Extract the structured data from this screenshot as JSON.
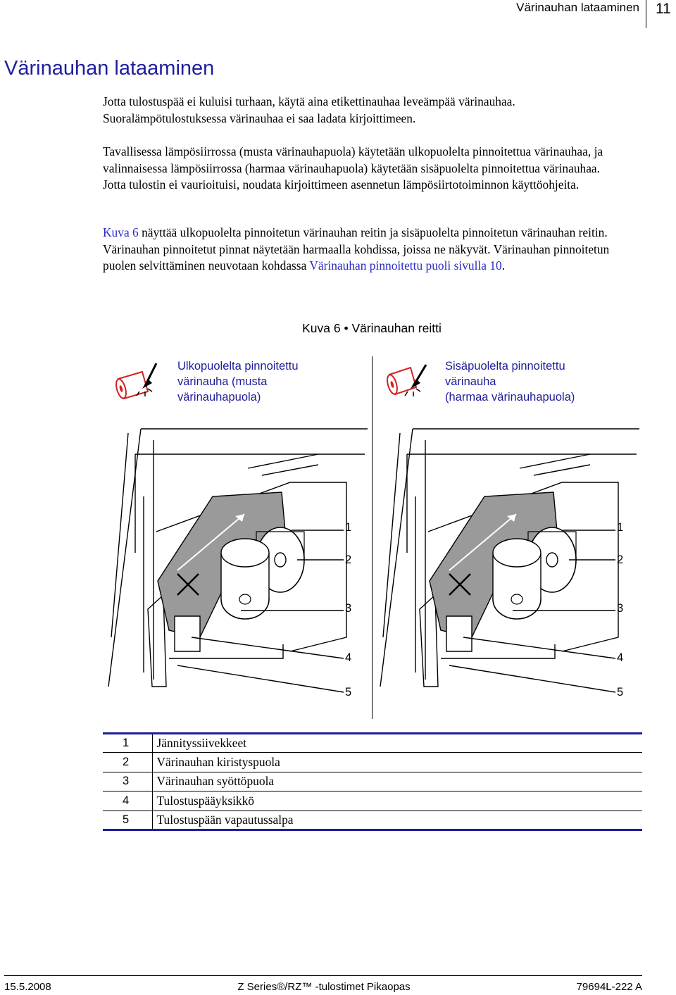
{
  "header": {
    "section": "Värinauhan lataaminen",
    "page_number": "11"
  },
  "title": "Värinauhan lataaminen",
  "paragraphs": {
    "p1": "Jotta tulostuspää ei kuluisi turhaan, käytä aina etikettinauhaa leveämpää värinauhaa. Suoralämpötulostuksessa värinauhaa ei saa ladata kirjoittimeen.",
    "p2": "Tavallisessa lämpösiirrossa (musta värinauhapuola) käytetään ulkopuolelta pinnoitettua värinauhaa, ja valinnaisessa lämpösiirrossa (harmaa värinauhapuola) käytetään sisäpuolelta pinnoitettua värinauhaa. Jotta tulostin ei vaurioituisi, noudata kirjoittimeen asennetun lämpösiirtotoiminnon käyttöohjeita.",
    "p3_ref": "Kuva 6",
    "p3_mid": " näyttää ulkopuolelta pinnoitetun värinauhan reitin ja sisäpuolelta pinnoitetun värinauhan reitin. Värinauhan pinnoitetut pinnat näytetään harmaalla kohdissa, joissa ne näkyvät. Värinauhan pinnoitetun puolen selvittäminen neuvotaan kohdassa ",
    "p3_link": "Värinauhan pinnoitettu puoli sivulla 10",
    "p3_end": "."
  },
  "figure": {
    "title": "Kuva 6 • Värinauhan reitti",
    "left_label_lines": [
      "Ulkopuolelta pinnoitettu",
      "värinauha (musta",
      "värinauhapuola)"
    ],
    "right_label_lines": [
      "Sisäpuolelta pinnoitettu",
      "värinauha",
      "(harmaa värinauhapuola)"
    ],
    "callouts": [
      "1",
      "2",
      "3",
      "4",
      "5"
    ],
    "colors": {
      "heading_blue": "#1f1f9e",
      "ribbon_gray": "#9a9a9a",
      "icon_red": "#d42020"
    }
  },
  "parts": [
    {
      "num": "1",
      "label": "Jännityssiivekkeet"
    },
    {
      "num": "2",
      "label": "Värinauhan kiristyspuola"
    },
    {
      "num": "3",
      "label": "Värinauhan syöttöpuola"
    },
    {
      "num": "4",
      "label": "Tulostuspääyksikkö"
    },
    {
      "num": "5",
      "label": "Tulostuspään vapautussalpa"
    }
  ],
  "footer": {
    "date": "15.5.2008",
    "title": "Z Series®/RZ™ -tulostimet Pikaopas",
    "code": "79694L-222 A"
  }
}
